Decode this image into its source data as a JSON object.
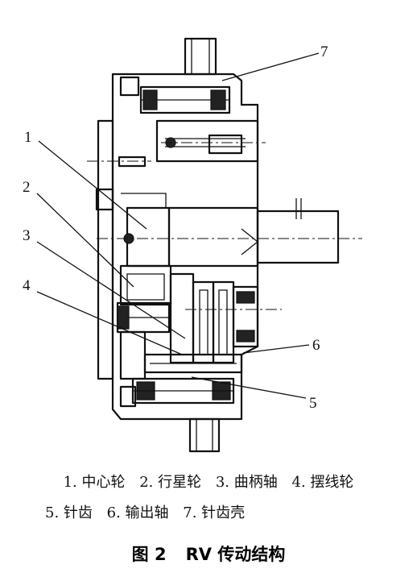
{
  "diagram": {
    "callouts": [
      "1",
      "2",
      "3",
      "4",
      "5",
      "6",
      "7"
    ]
  },
  "legend": {
    "items": [
      "1. 中心轮",
      "2. 行星轮",
      "3. 曲柄轴",
      "4. 摆线轮",
      "5. 针齿",
      "6. 输出轴",
      "7. 针齿壳"
    ]
  },
  "caption": {
    "figure": "图 2",
    "title": "RV 传动结构"
  }
}
